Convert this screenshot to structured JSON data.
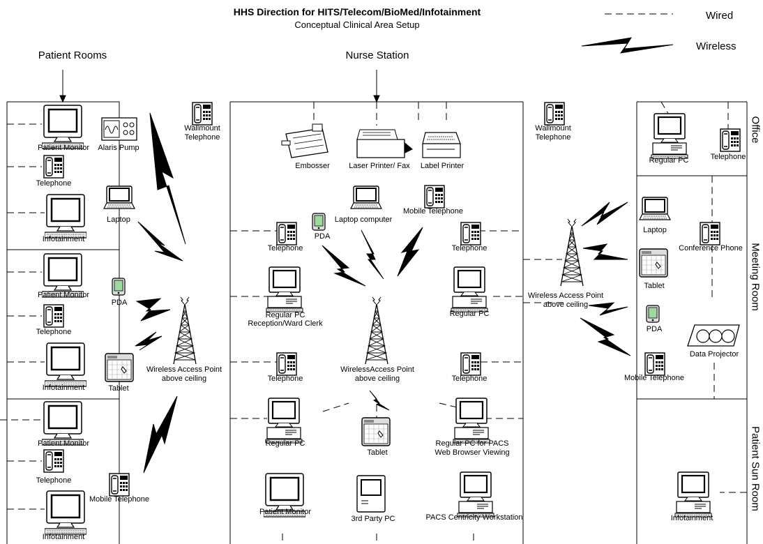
{
  "title": "HHS Direction for HITS/Telecom/BioMed/Infotainment",
  "subtitle": "Conceptual Clinical Area Setup",
  "legend": {
    "wired": "Wired",
    "wireless": "Wireless"
  },
  "areas": {
    "patient_rooms": "Patient Rooms",
    "nurse_station": "Nurse Station",
    "office": "Office",
    "meeting_room": "Meeting Room",
    "patient_sun_room": "Patient Sun Room"
  },
  "patient_rooms": {
    "room1": {
      "monitor": "Patient Monitor",
      "telephone": "Telephone",
      "infotainment": "Infotainment"
    },
    "room2": {
      "monitor": "Patient Monitor",
      "telephone": "Telephone",
      "infotainment": "Infotainment"
    },
    "room3": {
      "monitor": "Patient Monitor",
      "telephone": "Telephone",
      "infotainment": "Infotainment"
    }
  },
  "corridor_left": {
    "alaris_pump": "Alaris Pump",
    "laptop": "Laptop",
    "pda": "PDA",
    "tablet": "Tablet",
    "wap_line1": "Wireless Access Point",
    "wap_line2": "above ceiling",
    "mobile_telephone": "Mobile Telephone",
    "wallmount_line1": "Wallmount",
    "wallmount_line2": "Telephone"
  },
  "nurse_station": {
    "embosser": "Embosser",
    "laser_printer": "Laser Printer/ Fax",
    "label_printer": "Label Printer",
    "laptop_computer": "Laptop computer",
    "mobile_telephone": "Mobile Telephone",
    "pda": "PDA",
    "telephone_left1": "Telephone",
    "telephone_right1": "Telephone",
    "pc_reception_line1": "Regular PC",
    "pc_reception_line2": "Reception/Ward Clerk",
    "pc_right": "Regular PC",
    "wap_line1": "WirelessAccess Point",
    "wap_line2": "above ceiling",
    "telephone_left2": "Telephone",
    "telephone_right2": "Telephone",
    "pc_bottom_left": "Regular PC",
    "tablet": "Tablet",
    "pacs_line1": "Regular PC for PACS",
    "pacs_line2": "Web Browser Viewing",
    "patient_monitor": "Patient Monitor",
    "third_party_pc": "3rd Party PC",
    "pacs_workstation": "PACS Centricity Workstation"
  },
  "corridor_right": {
    "wallmount_line1": "Wallmount",
    "wallmount_line2": "Telephone",
    "wap_line1": "Wireless Access Point",
    "wap_line2": "above ceiling"
  },
  "office": {
    "pc": "Regular PC",
    "telephone": "Telephone"
  },
  "meeting_room": {
    "laptop": "Laptop",
    "conference_phone": "Conference Phone",
    "tablet": "Tablet",
    "pda": "PDA",
    "data_projector": "Data Projector",
    "mobile_telephone": "Mobile Telephone"
  },
  "sun_room": {
    "infotainment": "Infotainment"
  },
  "icons": {
    "monitor": "monitor-icon",
    "telephone": "telephone-icon",
    "pc": "desktop-pc-icon",
    "laptop": "laptop-icon",
    "pda": "pda-icon",
    "tablet": "tablet-icon",
    "tower": "antenna-tower-icon",
    "printer": "printer-icon",
    "pump": "infusion-pump-icon",
    "projector": "projector-icon"
  }
}
